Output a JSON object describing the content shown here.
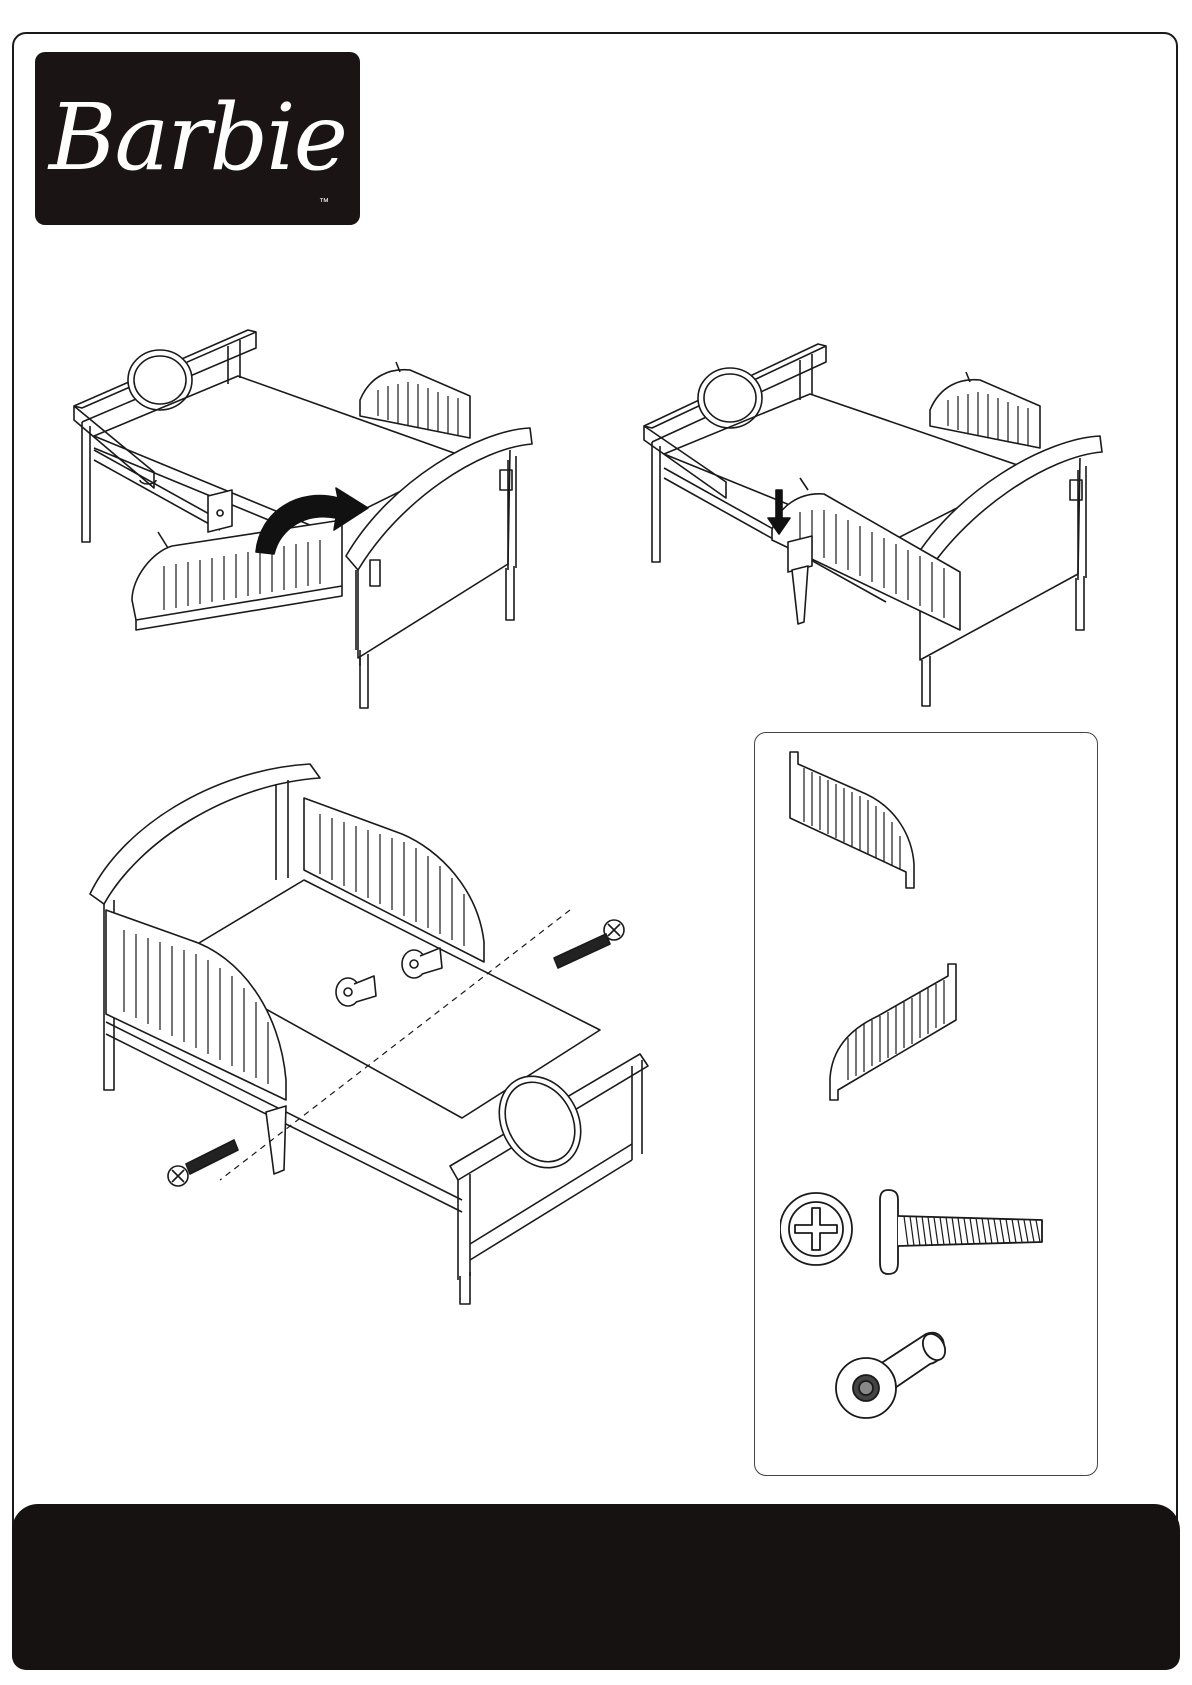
{
  "brand": {
    "logo_text": "Barbie",
    "trademark": "™",
    "logo_bg_color": "#1a1414",
    "logo_text_color": "#ffffff"
  },
  "colors": {
    "ink": "#1a1a1a",
    "footer_band": "#171212",
    "paper": "#ffffff"
  },
  "steps": [
    {
      "id": "step-a",
      "description_icon": "bed-attach-rail-rotate-illustration",
      "arrow": "curved-arrow-icon"
    },
    {
      "id": "step-b",
      "description_icon": "bed-rail-lower-illustration",
      "arrow": "down-arrow-icon"
    },
    {
      "id": "step-c",
      "description_icon": "bed-rail-bolt-illustration"
    }
  ],
  "parts": [
    {
      "icon": "guard-rail-left-icon"
    },
    {
      "icon": "guard-rail-right-icon"
    },
    {
      "icon": "bolt-icon"
    },
    {
      "icon": "barrel-nut-icon"
    }
  ]
}
